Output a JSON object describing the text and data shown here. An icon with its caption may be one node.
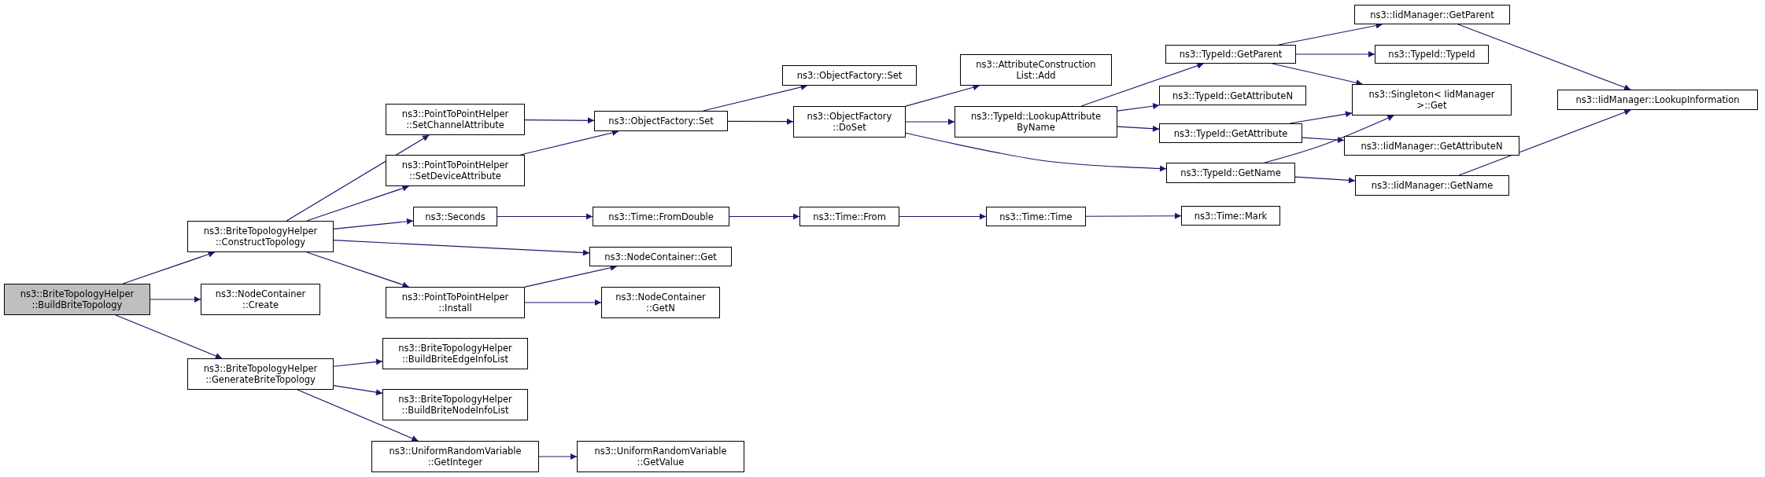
{
  "diagram": {
    "nodes": [
      {
        "text": [
          "ns3::BriteTopologyHelper ::BuildBriteTopology"
        ]
      },
      {
        "text": [
          "ns3::BriteTopologyHelper ::ConstructTopology"
        ]
      },
      {
        "text": [
          "ns3::NodeContainer ::Create"
        ]
      },
      {
        "text": [
          "ns3::BriteTopologyHelper ::GenerateBriteTopology"
        ]
      },
      {
        "text": [
          "ns3::PointToPointHelper ::SetChannelAttribute"
        ]
      },
      {
        "text": [
          "ns3::PointToPointHelper ::SetDeviceAttribute"
        ]
      },
      {
        "text": [
          "ns3::Seconds"
        ]
      },
      {
        "text": [
          "ns3::PointToPointHelper ::Install"
        ]
      },
      {
        "text": [
          "ns3::BriteTopologyHelper ::BuildBriteEdgeInfoList"
        ]
      },
      {
        "text": [
          "ns3::BriteTopologyHelper ::BuildBriteNodeInfoList"
        ]
      },
      {
        "text": [
          "ns3::UniformRandomVariable ::GetInteger"
        ]
      },
      {
        "text": [
          "ns3::ObjectFactory::Set"
        ]
      },
      {
        "text": [
          "ns3::ObjectFactory::Set"
        ]
      },
      {
        "text": [
          "ns3::ObjectFactory ::DoSet"
        ]
      },
      {
        "text": [
          "ns3::Time::FromDouble"
        ]
      },
      {
        "text": [
          "ns3::NodeContainer::Get"
        ]
      },
      {
        "text": [
          "ns3::NodeContainer ::GetN"
        ]
      },
      {
        "text": [
          "ns3::UniformRandomVariable ::GetValue"
        ]
      },
      {
        "text": [
          "ns3::AttributeConstruction List::Add"
        ]
      },
      {
        "text": [
          "ns3::TypeId::LookupAttribute ByName"
        ]
      },
      {
        "text": [
          "ns3::Time::From"
        ]
      },
      {
        "text": [
          "ns3::Time::Time"
        ]
      },
      {
        "text": [
          "ns3::IidManager::GetParent"
        ]
      },
      {
        "text": [
          "ns3::TypeId::GetParent"
        ]
      },
      {
        "text": [
          "ns3::TypeId::TypeId"
        ]
      },
      {
        "text": [
          "ns3::TypeId::GetAttributeN"
        ]
      },
      {
        "text": [
          "ns3::Singleton< IidManager >::Get"
        ]
      },
      {
        "text": [
          "ns3::TypeId::GetAttribute"
        ]
      },
      {
        "text": [
          "ns3::IidManager::GetAttributeN"
        ]
      },
      {
        "text": [
          "ns3::TypeId::GetName"
        ]
      },
      {
        "text": [
          "ns3::IidManager::GetName"
        ]
      },
      {
        "text": [
          "ns3::Time::Mark"
        ]
      },
      {
        "text": [
          "ns3::IidManager::LookupInformation"
        ]
      }
    ],
    "edges": [
      {
        "from": 0,
        "to": 1,
        "arrow": "to"
      },
      {
        "from": 0,
        "to": 2,
        "arrow": "to"
      },
      {
        "from": 0,
        "to": 3,
        "arrow": "to"
      },
      {
        "from": 1,
        "to": 4,
        "arrow": "to"
      },
      {
        "from": 1,
        "to": 5,
        "arrow": "to"
      },
      {
        "from": 1,
        "to": 6,
        "arrow": "to"
      },
      {
        "from": 1,
        "to": 15,
        "arrow": "to"
      },
      {
        "from": 1,
        "to": 7,
        "arrow": "to"
      },
      {
        "from": 3,
        "to": 8,
        "arrow": "to"
      },
      {
        "from": 3,
        "to": 9,
        "arrow": "to"
      },
      {
        "from": 3,
        "to": 10,
        "arrow": "to"
      },
      {
        "from": 4,
        "to": 12,
        "arrow": "to"
      },
      {
        "from": 5,
        "to": 12,
        "arrow": "to"
      },
      {
        "from": 6,
        "to": 14,
        "arrow": "to"
      },
      {
        "from": 7,
        "to": 15,
        "arrow": "to"
      },
      {
        "from": 7,
        "to": 16,
        "arrow": "to"
      },
      {
        "from": 10,
        "to": 17,
        "arrow": "to"
      },
      {
        "from": 12,
        "to": 11,
        "arrow": "to"
      },
      {
        "from": 12,
        "to": 13,
        "arrow": "to"
      },
      {
        "from": 13,
        "to": 18,
        "arrow": "to"
      },
      {
        "from": 13,
        "to": 19,
        "arrow": "to"
      },
      {
        "from": 13,
        "to": 29,
        "arrow": "to"
      },
      {
        "from": 14,
        "to": 20,
        "arrow": "to"
      },
      {
        "from": 20,
        "to": 21,
        "arrow": "to"
      },
      {
        "from": 21,
        "to": 31,
        "arrow": "to"
      },
      {
        "from": 19,
        "to": 23,
        "arrow": "to"
      },
      {
        "from": 19,
        "to": 25,
        "arrow": "to"
      },
      {
        "from": 19,
        "to": 27,
        "arrow": "to"
      },
      {
        "from": 23,
        "to": 22,
        "arrow": "to"
      },
      {
        "from": 23,
        "to": 24,
        "arrow": "to"
      },
      {
        "from": 23,
        "to": 26,
        "arrow": "to"
      },
      {
        "from": 27,
        "to": 26,
        "arrow": "to"
      },
      {
        "from": 27,
        "to": 28,
        "arrow": "to"
      },
      {
        "from": 29,
        "to": 26,
        "arrow": "to"
      },
      {
        "from": 29,
        "to": 30,
        "arrow": "to"
      },
      {
        "from": 22,
        "to": 32,
        "arrow": "to"
      },
      {
        "from": 30,
        "to": 32,
        "arrow": "to"
      }
    ]
  }
}
